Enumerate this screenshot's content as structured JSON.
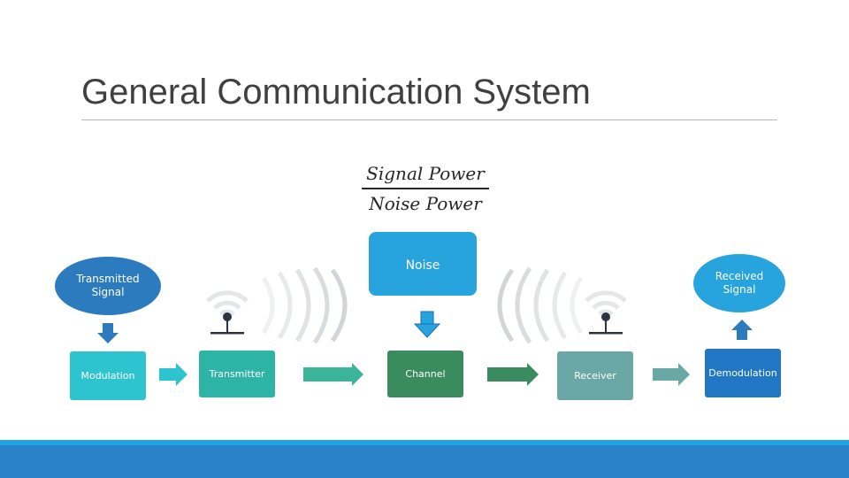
{
  "title": "General Communication System",
  "formula": {
    "numerator": "Signal Power",
    "denominator": "Noise Power"
  },
  "nodes": {
    "transmitted_signal": "Transmitted Signal",
    "received_signal": "Received Signal",
    "noise": "Noise",
    "modulation": "Modulation",
    "transmitter": "Transmitter",
    "channel": "Channel",
    "receiver": "Receiver",
    "demodulation": "Demodulation"
  },
  "colors": {
    "blue_dark": "#2d7bbf",
    "blue_light": "#27a3dd",
    "cyan": "#2ec4cf",
    "teal": "#3ab59a",
    "green": "#3a8c5e",
    "slate_teal": "#6aa8a6",
    "blue": "#2277c4",
    "footer": "#2a82c8"
  },
  "icons": [
    "antenna-icon",
    "signal-waves-icon",
    "arrow-right-icon",
    "arrow-down-icon",
    "arrow-up-icon"
  ]
}
